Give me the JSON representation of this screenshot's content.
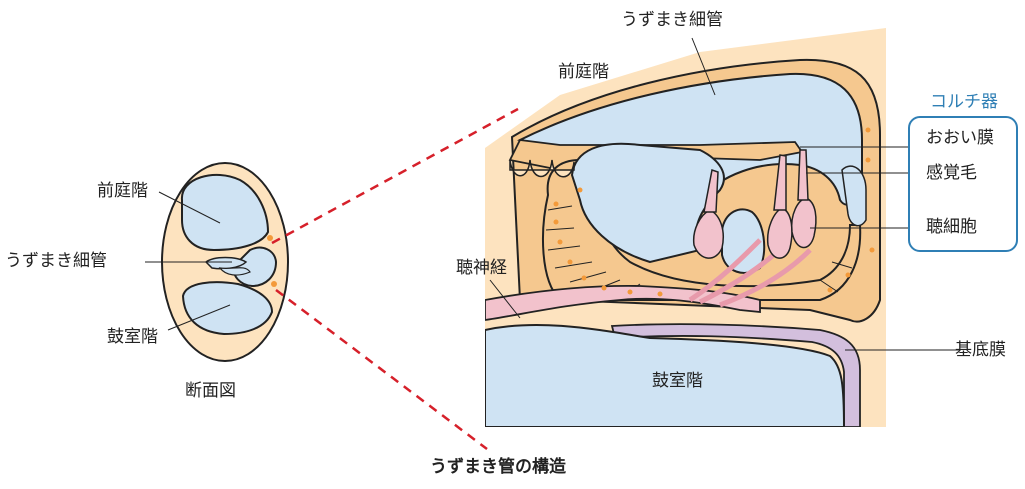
{
  "labels": {
    "cross_section_title": "断面図",
    "figure_title": "うずまき管の構造",
    "small_vestibular": "前庭階",
    "small_cochlear_duct": "うずまき細管",
    "small_tympanic": "鼓室階",
    "large_cochlear_duct": "うずまき細管",
    "large_vestibular": "前庭階",
    "large_tympanic": "鼓室階",
    "auditory_nerve": "聴神経",
    "basilar_membrane": "基底膜",
    "organ_of_corti": "コルチ器",
    "tectorial_membrane": "おおい膜",
    "sensory_hair": "感覚毛",
    "hair_cell": "聴細胞"
  },
  "colors": {
    "background_tissue": "#fde3bf",
    "bone_wall": "#f5c88f",
    "fluid": "#cfe3f3",
    "nerve": "#f2c2cc",
    "basilar": "#d3bfdd",
    "dotted_cells": "#f39a3a",
    "zoom_lines": "#d6202a",
    "accent": "#2f7fb5"
  }
}
